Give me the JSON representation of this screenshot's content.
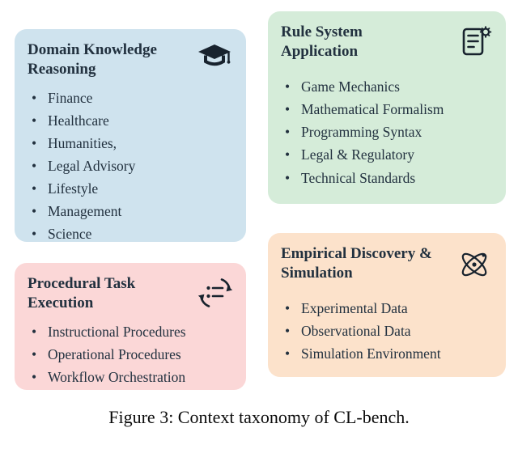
{
  "caption": "Figure 3: Context taxonomy of CL-bench.",
  "cards": {
    "domain": {
      "title": "Domain Knowledge Reasoning",
      "icon": "graduation-cap-icon",
      "bg_color": "#cfe3ee",
      "items": [
        "Finance",
        "Healthcare",
        "Humanities,",
        "Legal Advisory",
        "Lifestyle",
        "Management",
        "Science"
      ]
    },
    "rule": {
      "title": "Rule System Application",
      "icon": "document-gear-icon",
      "bg_color": "#d5ecd9",
      "items": [
        "Game Mechanics",
        "Mathematical Formalism",
        "Programming Syntax",
        "Legal & Regulatory",
        "Technical Standards"
      ]
    },
    "procedural": {
      "title": "Procedural Task Execution",
      "icon": "cycle-list-icon",
      "bg_color": "#fbd7d7",
      "items": [
        "Instructional Procedures",
        "Operational Procedures",
        "Workflow Orchestration"
      ]
    },
    "empirical": {
      "title": "Empirical Discovery & Simulation",
      "icon": "atom-icon",
      "bg_color": "#fce2cb",
      "items": [
        "Experimental Data",
        "Observational Data",
        "Simulation Environment"
      ]
    }
  },
  "colors": {
    "text": "#22313f",
    "icon": "#18232e",
    "caption_text": "#0b0b0b"
  }
}
